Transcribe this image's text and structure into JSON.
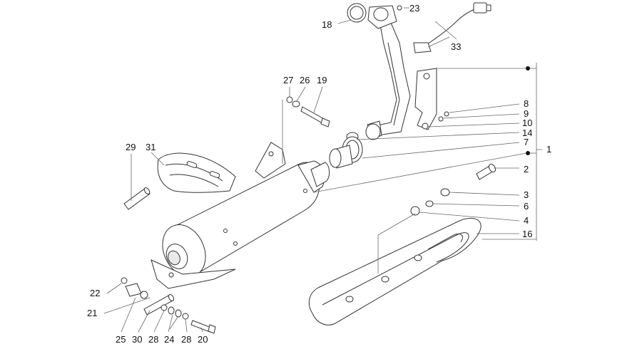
{
  "diagram": {
    "labels": {
      "l1": "1",
      "l2": "2",
      "l3": "3",
      "l4": "4",
      "l6": "6",
      "l7": "7",
      "l8": "8",
      "l9": "9",
      "l10": "10",
      "l14": "14",
      "l16": "16",
      "l18": "18",
      "l19": "19",
      "l20": "20",
      "l21": "21",
      "l22": "22",
      "l23": "23",
      "l24": "24",
      "l25": "25",
      "l26": "26",
      "l27": "27",
      "l28a": "28",
      "l28b": "28",
      "l29": "29",
      "l30": "30",
      "l31": "31",
      "l33": "33"
    }
  }
}
